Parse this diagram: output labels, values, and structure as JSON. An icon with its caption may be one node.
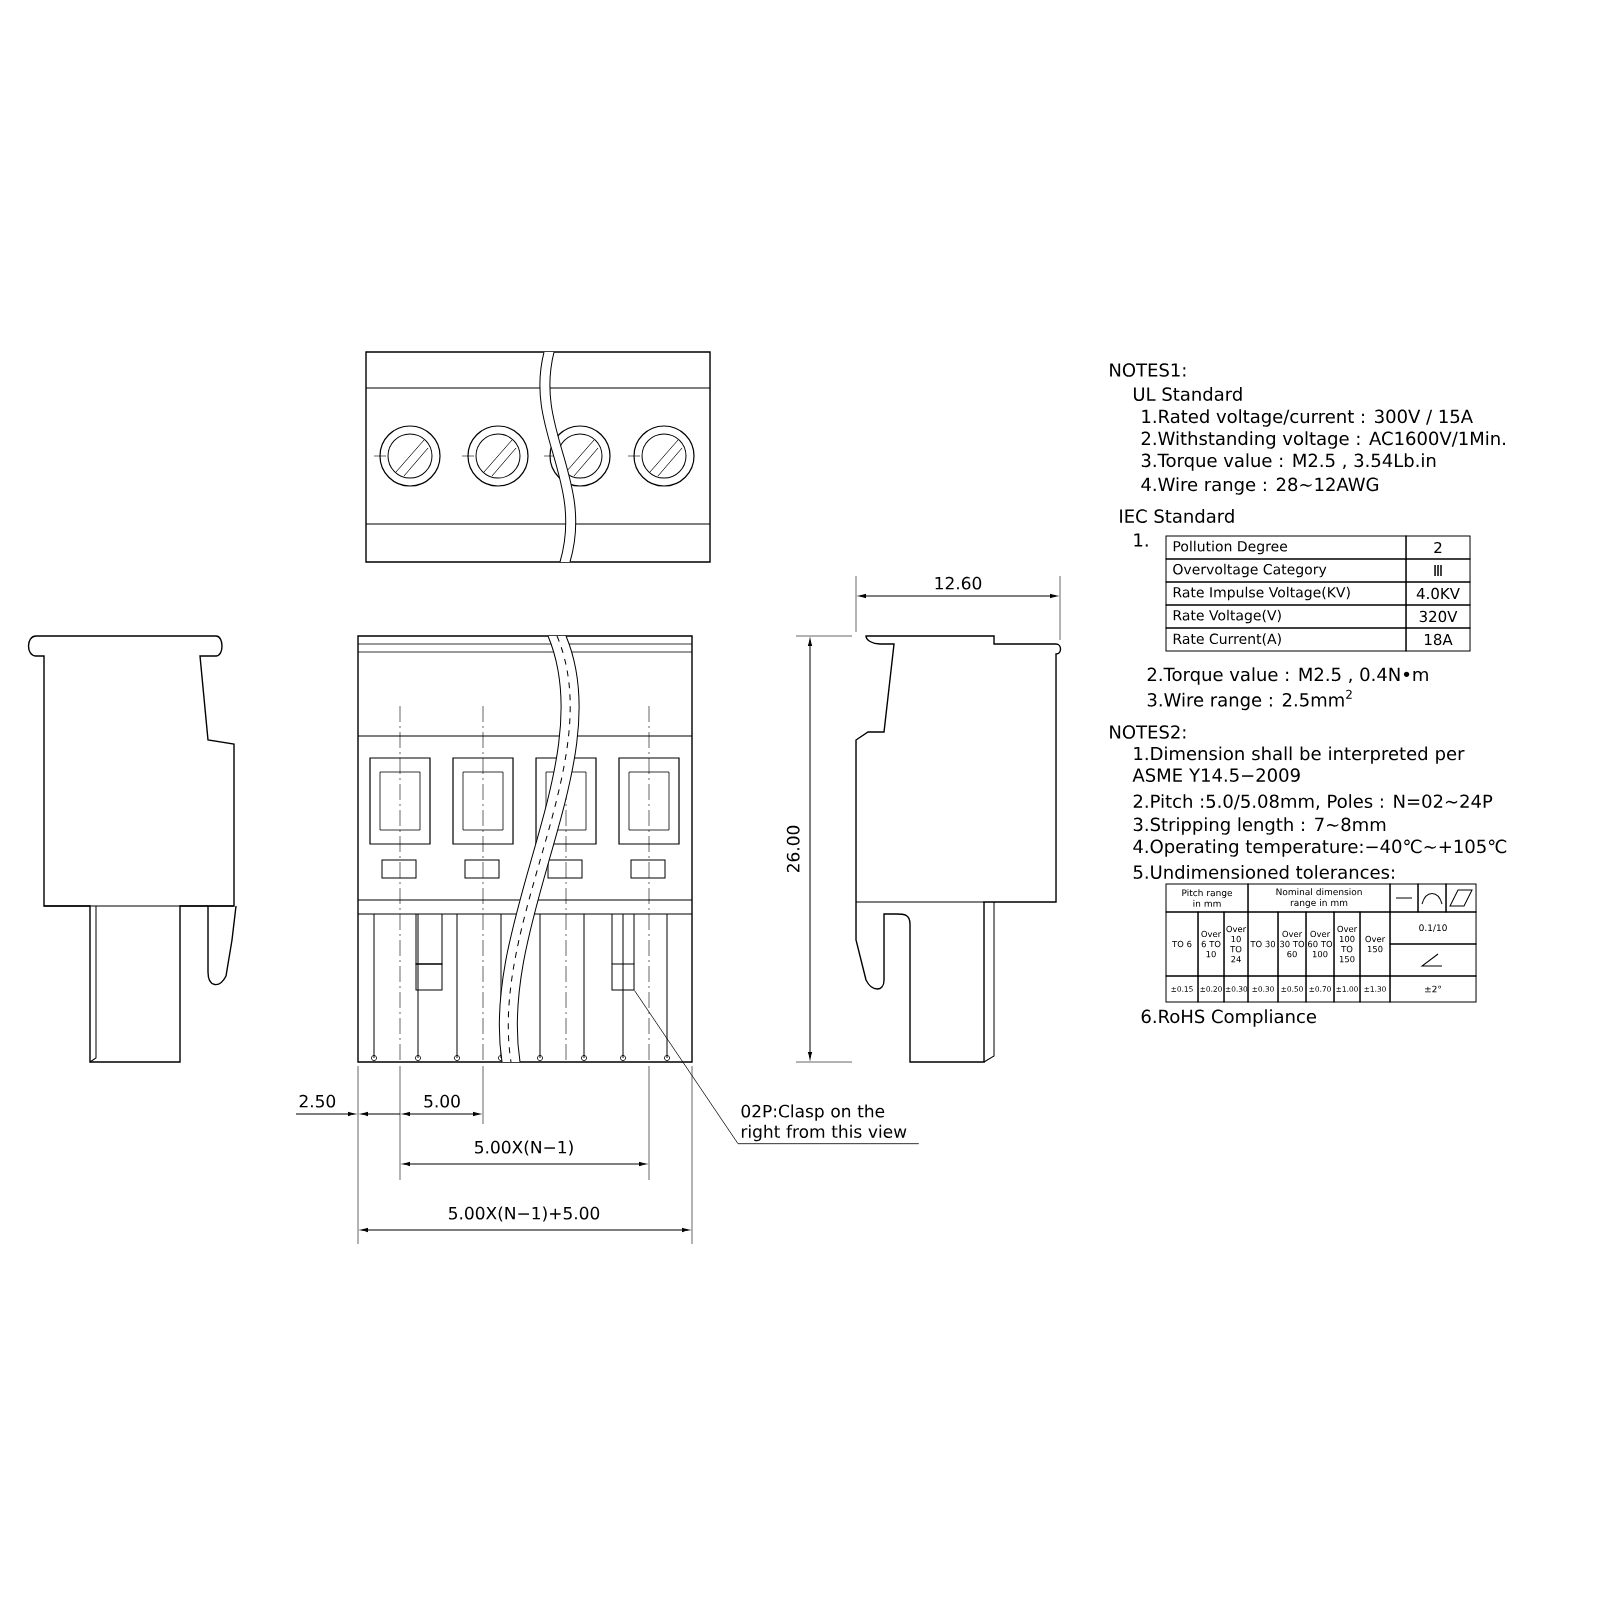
{
  "diagram": {
    "nodes": [
      {
        "text": [
          "02P:Clasp on the right from this view"
        ]
      },
      {
        "text": [],
        "shape": "box"
      }
    ],
    "edges": [
      {
        "from": 0,
        "to": 1,
        "arrow": "none"
      }
    ],
    "labels": [
      "12.60",
      "26.00",
      "2.50",
      "5.00",
      "5.00X(N−1)",
      "5.00X(N−1)+5.00",
      "NOTES1:",
      "UL Standard",
      "1.Rated voltage/current : 300V / 15A",
      "2.Withstanding voltage : AC1600V/1Min.",
      "3.Torque value : M2.5 , 3.54Lb.in",
      "4.Wire range : 28~12AWG",
      "IEC Standard",
      "1.",
      "Pollution Degree",
      "2",
      "Overvoltage Category",
      "Ⅲ",
      "Rate Impulse Voltage(KV)",
      "4.0KV",
      "Rate Voltage(V)",
      "320V",
      "Rate Current(A)",
      "18A",
      "2.Torque value : M2.5 , 0.4N•m",
      "3.Wire range : 2.5mm$^{2}$",
      "NOTES2:",
      "1.Dimension shall be interpreted per ASME Y14.5−2009",
      "2.Pitch :5.0/5.08mm, Poles : N=02~24P",
      "3.Stripping length : 7~8mm",
      "4.Operating temperature:−40℃~+105℃",
      "5.Undimensioned tolerances:",
      "Pitch range in mm",
      "Nominal dimension range in mm",
      "TO 6",
      "Over 6 TO 10",
      "Over 10 TO 24",
      "TO 30",
      "Over 30 TO 60",
      "Over 60 TO 100",
      "Over 100 TO 150",
      "Over 150",
      "0.1/10",
      "±0.15",
      "±0.20",
      "±0.30",
      "±0.30",
      "±0.50",
      "±0.70",
      "±1.00",
      "±1.30",
      "±2°",
      "6.RoHS Compliance"
    ]
  }
}
